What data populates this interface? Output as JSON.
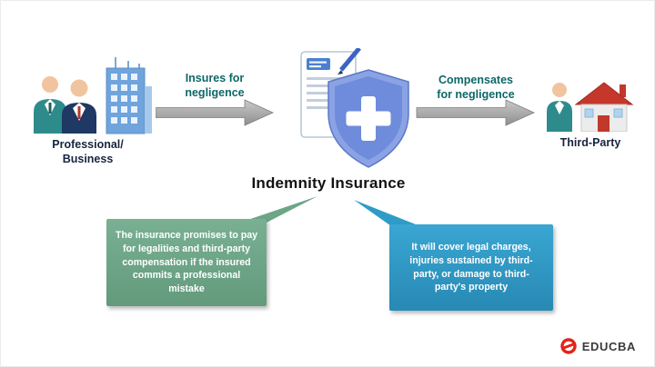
{
  "title": "Indemnity Insurance",
  "entities": {
    "left": {
      "label": "Professional/\nBusiness"
    },
    "right": {
      "label": "Third-Party"
    }
  },
  "flows": {
    "left": {
      "label": "Insures for\nnegligence"
    },
    "right": {
      "label": "Compensates\nfor negligence"
    }
  },
  "callouts": {
    "left": {
      "text": "The insurance promises to pay for legalities and third-party compensation if the insured commits a professional mistake",
      "color": "#6ca687"
    },
    "right": {
      "text": "It will cover legal charges, injuries sustained by third-party, or damage to third-party's property",
      "color": "#2f9cc7"
    }
  },
  "logo": {
    "text": "EDUCBA",
    "accent": "#e2231a"
  },
  "colors": {
    "arrow": "#a8a8a8",
    "flow_label": "#0e6868",
    "entity_label": "#17243f",
    "title": "#121212",
    "shield": "#7d99e0",
    "green_box": "#6ca687",
    "blue_box": "#2f9cc7"
  },
  "icons": {
    "left": "business-people-and-building",
    "center": "insurance-policy-shield",
    "right": "person-and-house"
  }
}
